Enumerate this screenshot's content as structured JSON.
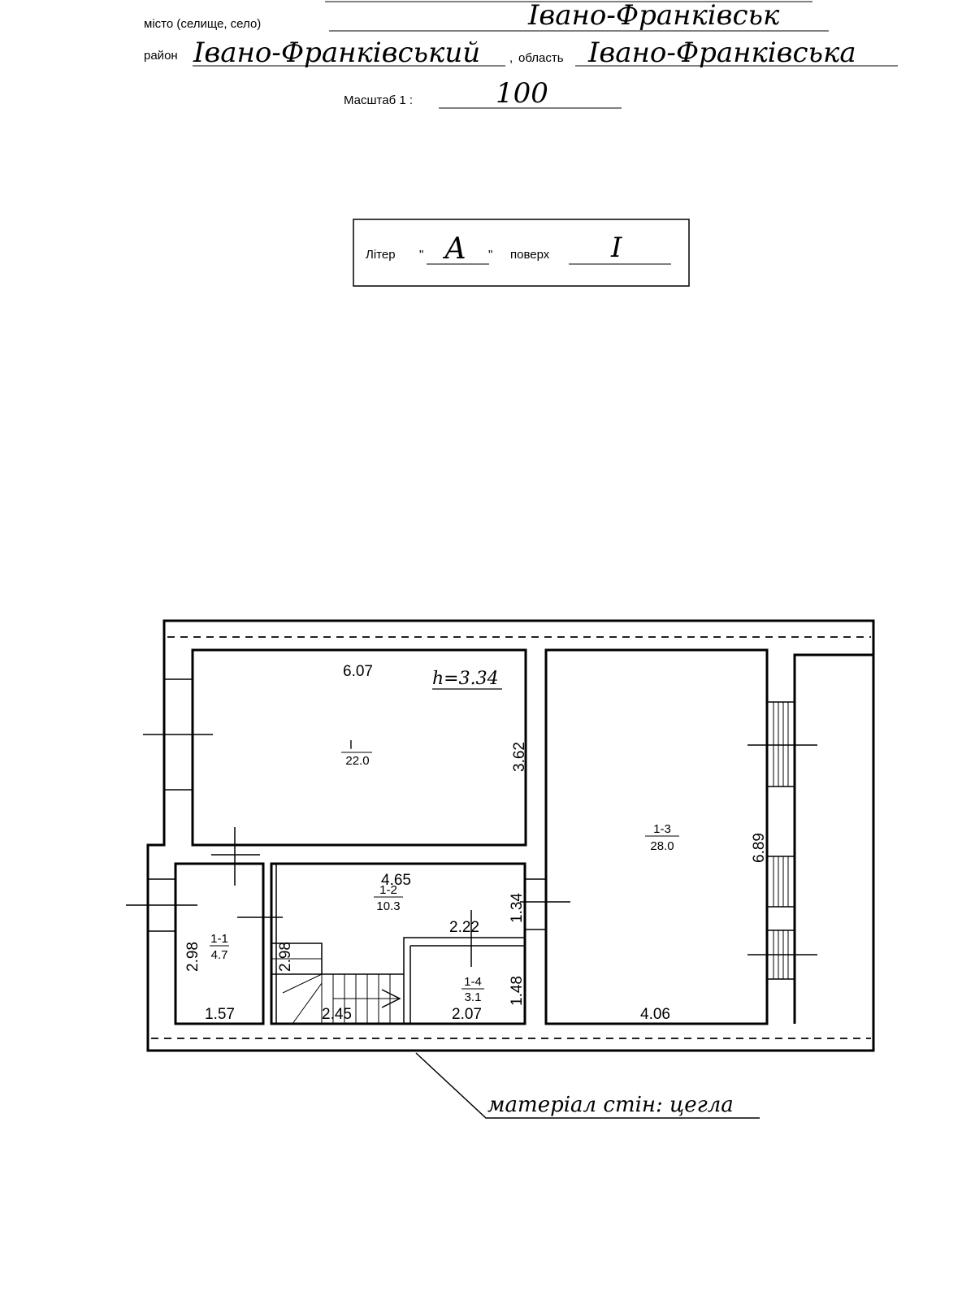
{
  "header": {
    "city_label": "місто (селище, село)",
    "city_value": "Івано-Франківськ",
    "district_label": "район",
    "district_value": "Івано-Франківський",
    "region_label": "область",
    "region_value": "Івано-Франківська",
    "scale_label": "Масштаб 1 :",
    "scale_value": "100"
  },
  "title_box": {
    "litera_label": "Літер",
    "litera_value": "А",
    "floor_label": "поверх",
    "floor_value": "І"
  },
  "plan": {
    "height_note": "h=3.34",
    "material_note": "матеріал стін: цегла",
    "rooms": [
      {
        "id": "I",
        "area": "22.0"
      },
      {
        "id": "1-1",
        "area": "4.7"
      },
      {
        "id": "1-2",
        "area": "10.3"
      },
      {
        "id": "1-3",
        "area": "28.0"
      },
      {
        "id": "1-4",
        "area": "3.1"
      }
    ],
    "dimensions": {
      "room_I_width": "6.07",
      "room_I_depth": "3.62",
      "room_1_1_depth": "2.98",
      "room_1_1_width": "1.57",
      "room_1_2_width": "4.65",
      "room_1_2_depth": "2.98",
      "stair_width": "2.45",
      "opening_height": "1.34",
      "room_1_4_top": "2.22",
      "room_1_4_depth": "1.48",
      "room_1_4_width": "2.07",
      "room_1_3_depth": "6.89",
      "room_1_3_width": "4.06"
    }
  }
}
